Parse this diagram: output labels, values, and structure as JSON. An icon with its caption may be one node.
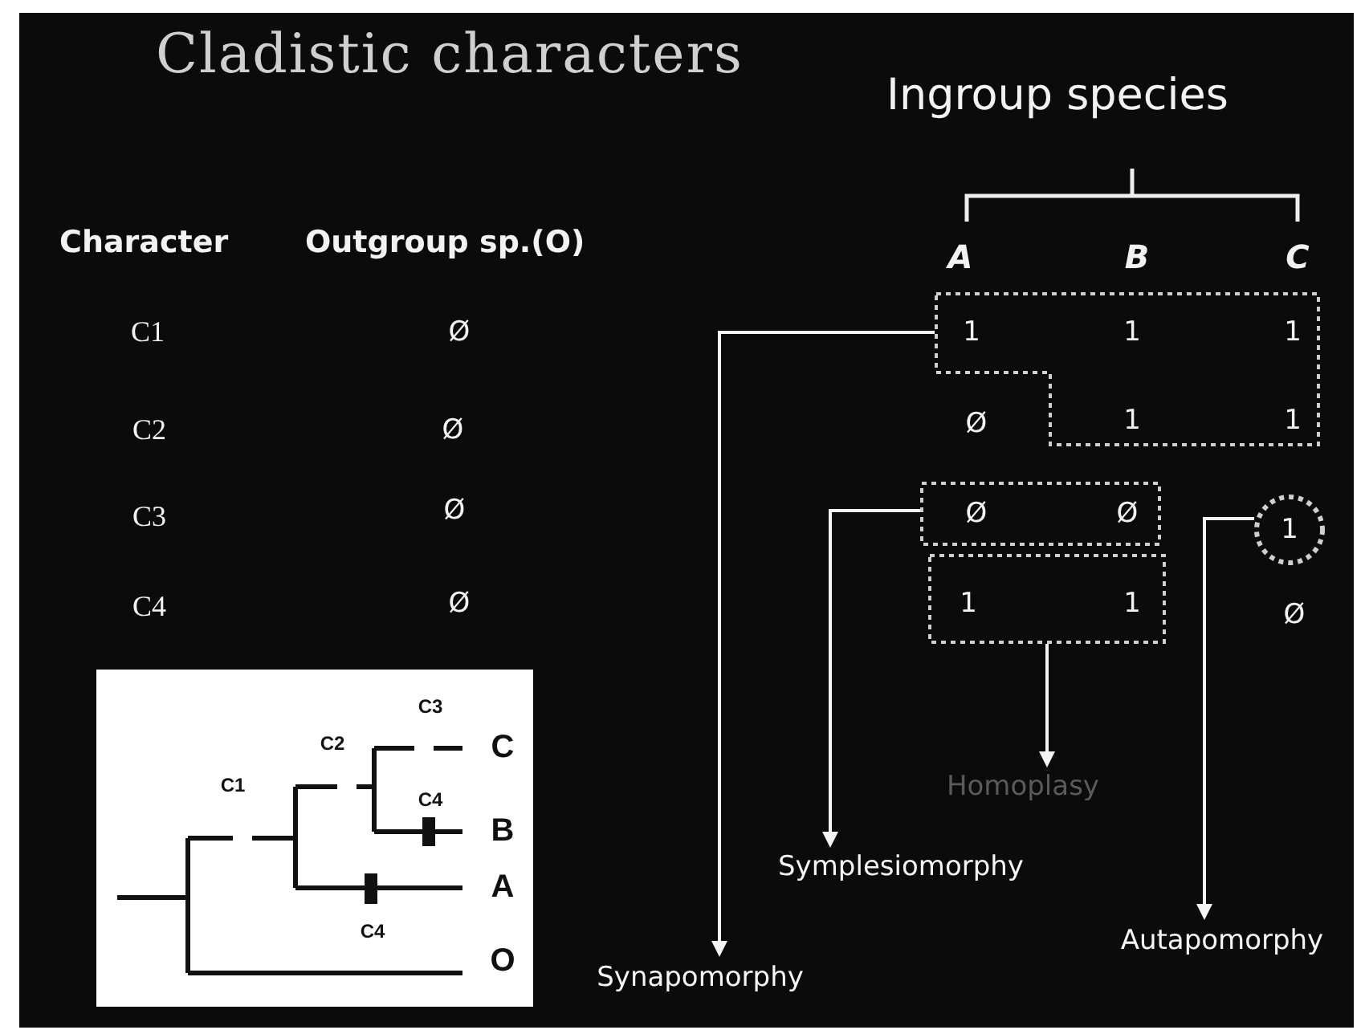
{
  "diagram": {
    "title": "Cladistic characters",
    "nodes": [
      {
        "text": [
          "1",
          "1",
          "1",
          "1",
          "1"
        ]
      },
      {
        "text": [
          "Ø",
          "Ø"
        ]
      },
      {
        "text": [
          "1",
          "1"
        ]
      },
      {
        "text": [
          "1"
        ]
      },
      {
        "text": [
          "Synapomorphy"
        ]
      },
      {
        "text": [
          "Symplesiomorphy"
        ]
      },
      {
        "text": [
          "Homoplasy"
        ]
      },
      {
        "text": [
          "Autapomorphy"
        ]
      },
      {
        "text": [
          "C3",
          "C2",
          "C",
          "C1",
          "C4",
          "B",
          "A",
          "C4",
          "O"
        ]
      }
    ],
    "edges": [
      {
        "from": 0,
        "to": 4,
        "arrow": "to"
      },
      {
        "from": 1,
        "to": 5,
        "arrow": "to"
      },
      {
        "from": 2,
        "to": 6,
        "arrow": "to"
      },
      {
        "from": 3,
        "to": 7,
        "arrow": "to"
      }
    ],
    "labels": [
      "Ingroup species",
      "Character",
      "Outgroup sp.(O)",
      "A",
      "B",
      "C",
      "C1",
      "Ø",
      "C2",
      "Ø",
      "Ø",
      "C3",
      "Ø",
      "C4",
      "Ø",
      "Ø"
    ]
  }
}
